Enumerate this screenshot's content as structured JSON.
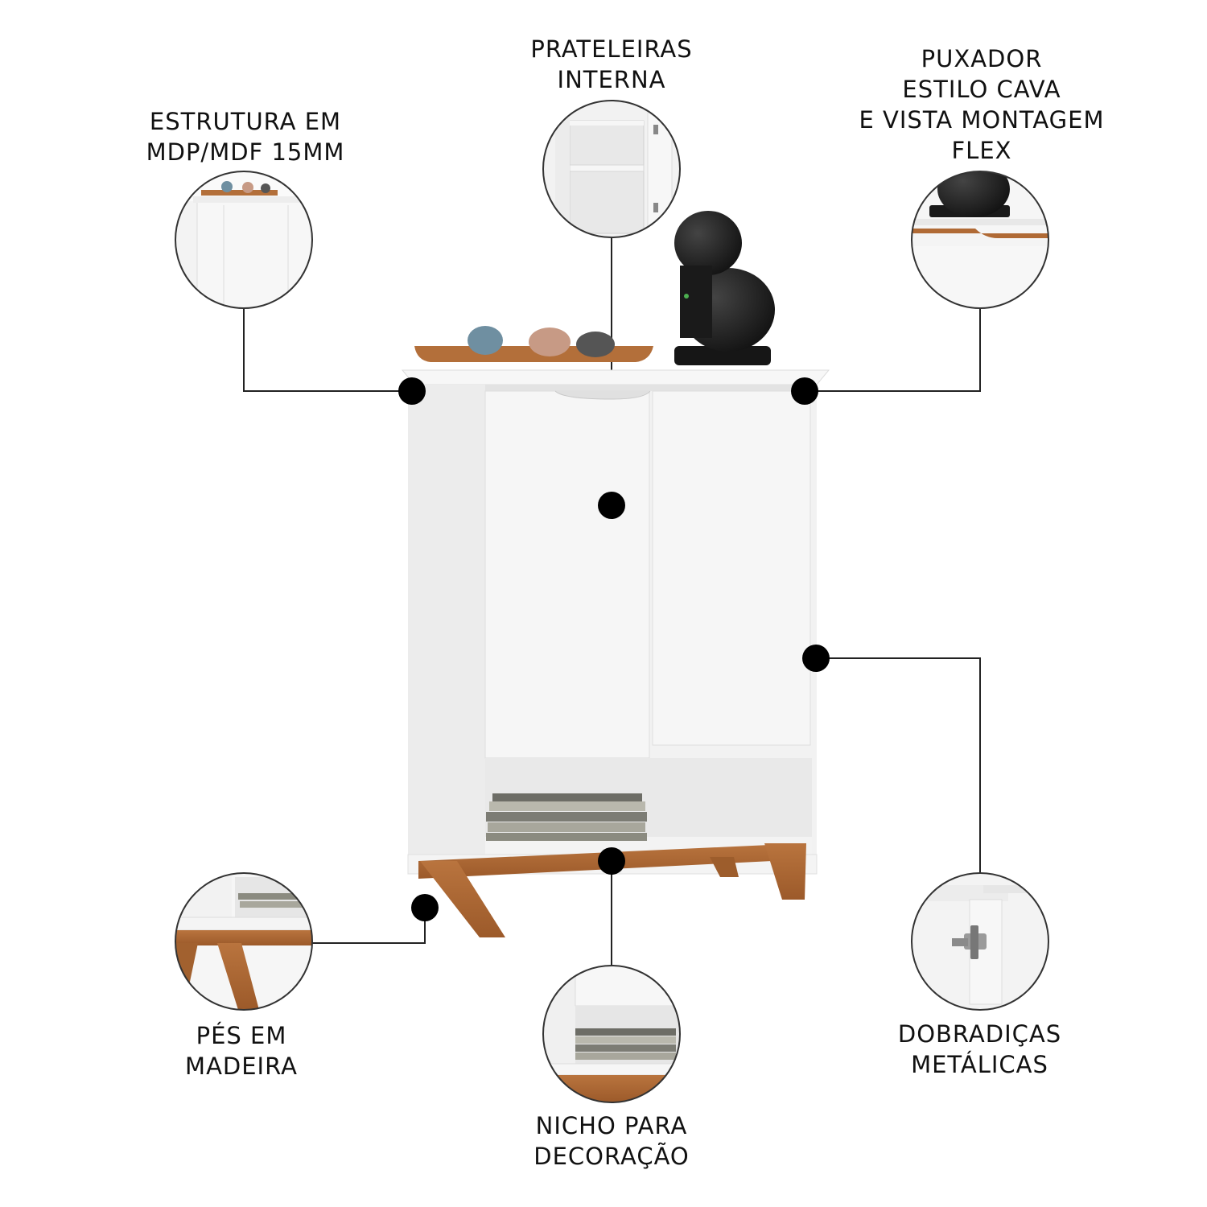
{
  "callouts": [
    {
      "id": "estrutura",
      "lines": [
        "ESTRUTURA EM",
        "MDP/MDF 15MM"
      ]
    },
    {
      "id": "prateleiras",
      "lines": [
        "PRATELEIRAS",
        "INTERNA"
      ]
    },
    {
      "id": "puxador",
      "lines": [
        "PUXADOR",
        "ESTILO CAVA",
        "E VISTA MONTAGEM",
        "FLEX"
      ]
    },
    {
      "id": "pes",
      "lines": [
        "PÉS EM",
        "MADEIRA"
      ]
    },
    {
      "id": "nicho",
      "lines": [
        "NICHO PARA",
        "DECORAÇÃO"
      ]
    },
    {
      "id": "dobradicas",
      "lines": [
        "DOBRADIÇAS",
        "METÁLICAS"
      ]
    }
  ],
  "colors": {
    "cabinet_white": "#f4f4f4",
    "wood": "#b06a35",
    "dot": "#000000",
    "line": "#222222"
  }
}
